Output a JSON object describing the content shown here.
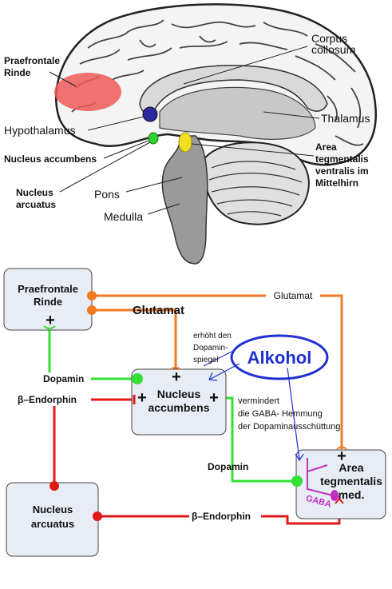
{
  "brain": {
    "labels": {
      "corpus_line1": "Corpus",
      "corpus_line2": "collosum",
      "praefrontale_line1": "Praefrontale",
      "praefrontale_line2": "Rinde",
      "thalamus": "Thalamus",
      "hypothalamus": "Hypothalamus",
      "area_line1": "Area",
      "area_line2": "tegmentalis",
      "area_line3": "ventralis im",
      "area_line4": "Mittelhirn",
      "nucleus_acc": "Nucleus accumbens",
      "nucleus_arc_line1": "Nucleus",
      "nucleus_arc_line2": "arcuatus",
      "pons": "Pons",
      "medulla": "Medulla"
    }
  },
  "pathway": {
    "boxes": {
      "praefrontale_line1": "Praefrontale",
      "praefrontale_line2": "Rinde",
      "accumbens_line1": "Nucleus",
      "accumbens_line2": "accumbens",
      "arcuatus_line1": "Nucleus",
      "arcuatus_line2": "arcuatus",
      "area_line1": "Area",
      "area_line2": "tegmentalis",
      "area_line3": "med."
    },
    "labels": {
      "glutamat_top": "Glutamat",
      "glutamat_big": "Glutamat",
      "erhoeht_line1": "erhöht den",
      "erhoeht_line2": "Dopamin-",
      "erhoeht_line3": "spiegel",
      "alkohol": "Alkohol",
      "dopamin_left": "Dopamin",
      "endorphin_left": "β–Endorphin",
      "vermindert_line1": "vermindert",
      "vermindert_line2": "die GABA- Hemmung",
      "vermindert_line3": "der Dopaminausschüttung",
      "dopamin_bottom": "Dopamin",
      "endorphin_bottom": "β–Endorphin",
      "gaba": "GABA"
    },
    "signs": {
      "plus": "+"
    }
  },
  "colors": {
    "glutamat": "#f07a22",
    "dopamin": "#33e033",
    "endorphin": "#e01818",
    "alkohol": "#2030d0",
    "gaba": "#c030c0",
    "box_fill": "#e8edf5",
    "prefrontal_highlight": "#f05858",
    "hypothalamus_dot": "#2a2aa0",
    "accumbens_dot": "#30d030",
    "vta_dot": "#f0e020"
  }
}
